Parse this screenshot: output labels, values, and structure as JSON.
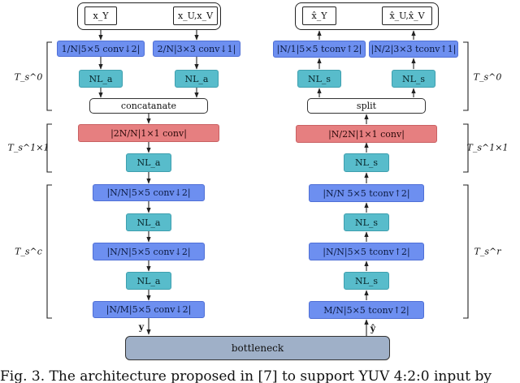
{
  "input_frame": {
    "y_label": "x_Y",
    "uv_label": "x_U,x_V"
  },
  "output_frame": {
    "y_label": "x̂_Y",
    "uv_label": "x̂_U,x̂_V"
  },
  "encoder": {
    "conv_y": "1/N|5×5 conv↓2|",
    "conv_uv": "2/N|3×3 conv↓1|",
    "nl_y": "NL_a",
    "nl_uv": "NL_a",
    "concat": "concatanate",
    "conv_1x1": "|2N/N|1×1 conv|",
    "nl_1x1": "NL_a",
    "conv_a": "|N/N|5×5 conv↓2|",
    "nl_a": "NL_a",
    "conv_b": "|N/N|5×5 conv↓2|",
    "nl_b": "NL_a",
    "conv_c": "|N/M|5×5 conv↓2|"
  },
  "decoder": {
    "tconv_y": "|N/1|5×5 tconv↑2|",
    "tconv_uv": "|N/2|3×3 tconv↑1|",
    "nl_y": "NL_s",
    "nl_uv": "NL_s",
    "split": "split",
    "conv_1x1": "|N/2N|1×1 conv|",
    "nl_1x1": "NL_s",
    "tconv_a": "|N/N 5×5 tconv↑2|",
    "nl_a": "NL_s",
    "tconv_b": "|N/N|5×5 tconv↑2|",
    "nl_b": "NL_s",
    "tconv_c": "M/N|5×5 tconv↑2|"
  },
  "bottleneck": "bottleneck",
  "latent_y": "y",
  "latent_y_hat": "ŷ",
  "brackets": {
    "enc_top": "T_s^0",
    "enc_mid": "T_s^1×1",
    "enc_bot": "T_s^c",
    "dec_top": "T_s^0",
    "dec_mid": "T_s^1×1",
    "dec_bot": "T_s^r"
  },
  "caption": "Fig. 3.   The architecture proposed in [7] to support YUV 4:2:0 input by",
  "colors": {
    "conv": "#6d8ff0",
    "nonlinearity": "#58bccb",
    "conv_1x1": "#e67f80",
    "bottleneck": "#9fb0c8"
  }
}
